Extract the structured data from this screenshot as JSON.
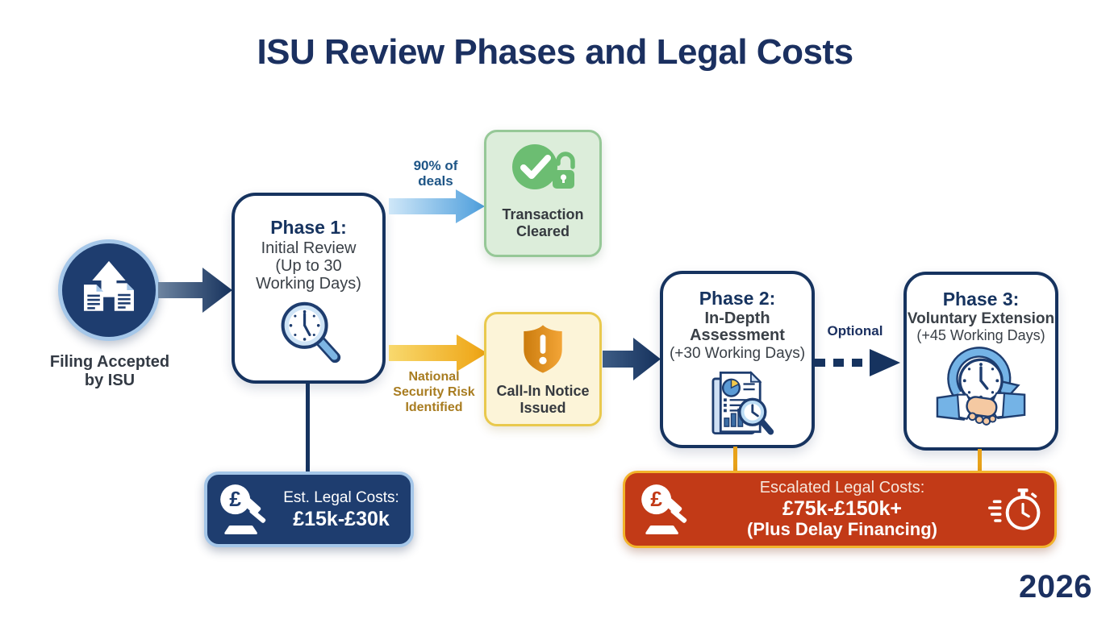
{
  "title": "ISU Review Phases and Legal Costs",
  "year": "2026",
  "icons": {
    "pound": "£"
  },
  "start": {
    "label": "Filing Accepted\nby ISU"
  },
  "phase1": {
    "heading": "Phase 1:",
    "body": "Initial Review\n(Up to 30\nWorking Days)"
  },
  "cleared": {
    "arrow_label": "90% of\ndeals",
    "label": "Transaction\nCleared"
  },
  "callin": {
    "arrow_label": "National\nSecurity Risk\nIdentified",
    "label": "Call-In Notice\nIssued"
  },
  "phase2": {
    "heading": "Phase 2:",
    "body_bold": "In-Depth\nAssessment",
    "body_detail": "(+30 Working Days)"
  },
  "optional_label": "Optional",
  "phase3": {
    "heading": "Phase 3:",
    "body_bold": "Voluntary Extension",
    "body_detail": "(+45 Working Days)"
  },
  "initial_costs": {
    "line1": "Est. Legal Costs:",
    "line2": "£15k-£30k"
  },
  "escalated_costs": {
    "line1": "Escalated Legal Costs:",
    "line2": "£75k-£150k+",
    "line3": "(Plus Delay Financing)"
  },
  "colors": {
    "navy": "#16335f",
    "navy_fill": "#1e3d6f",
    "light_blue_ring": "#a5c7e9",
    "blue_arrow": "#4d9edc",
    "blue_label": "#1e5586",
    "green_bg": "#dcedda",
    "green_border": "#96c897",
    "green_icon": "#6cbd72",
    "yellow_bg": "#fcf4d8",
    "yellow_border": "#e9c94d",
    "gold_arrow": "#eea312",
    "gold_label": "#a87c20",
    "shield_orange": "#e18a15",
    "red_bg": "#c23a17",
    "red_border": "#f2b32b",
    "connector_gold": "#e8a21a",
    "title_navy": "#1b3060",
    "body_gray": "#3a4047"
  }
}
